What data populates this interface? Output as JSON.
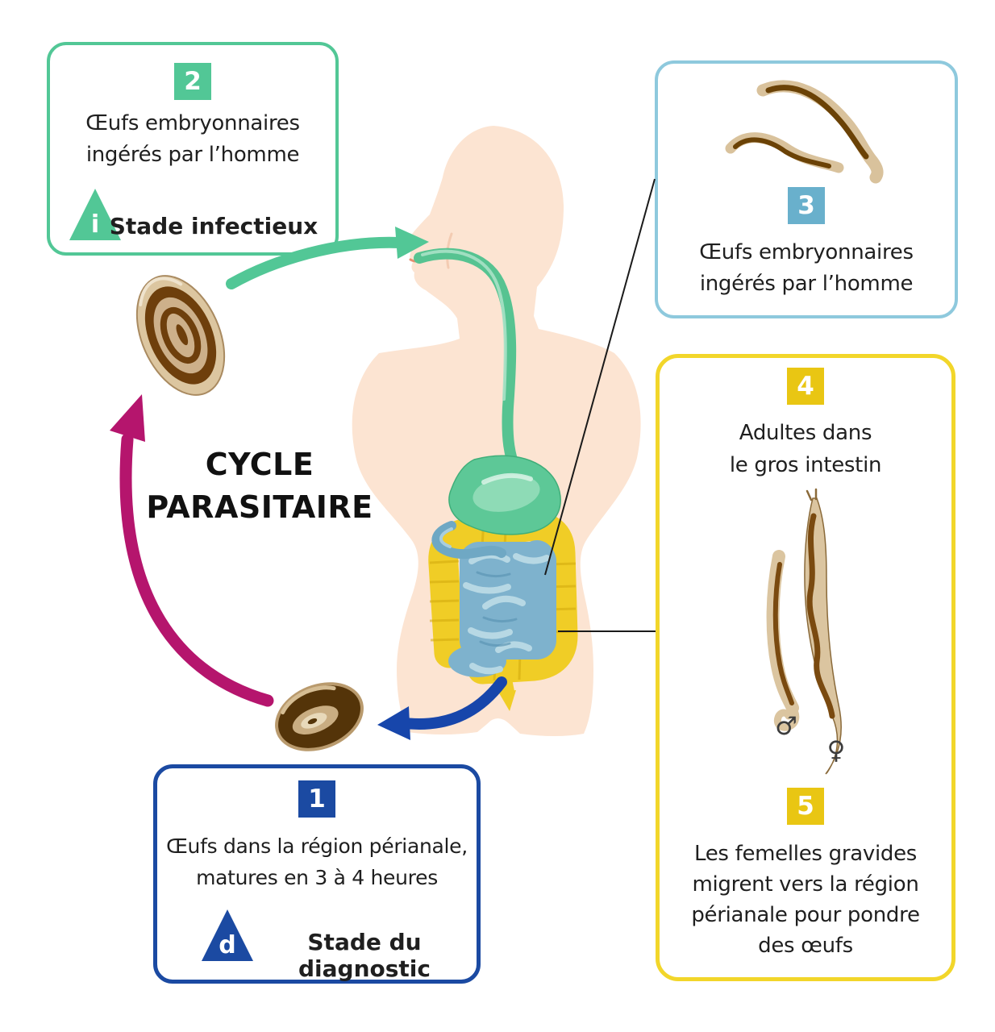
{
  "title": {
    "line1": "CYCLE",
    "line2": "PARASITAIRE"
  },
  "steps": {
    "step1": {
      "number": "1",
      "line1": "Œufs dans la région périanale,",
      "line2": "matures en 3 à 4 heures",
      "stage_letter": "d",
      "stage_label": "Stade du diagnostic"
    },
    "step2": {
      "number": "2",
      "line1": "Œufs embryonnaires",
      "line2": "ingérés par l’homme",
      "stage_letter": "i",
      "stage_label": "Stade infectieux"
    },
    "step3": {
      "number": "3",
      "line1": "Œufs embryonnaires",
      "line2": "ingérés par l’homme"
    },
    "step4": {
      "number": "4",
      "line1": "Adultes dans",
      "line2": "le gros intestin"
    },
    "step5": {
      "number": "5",
      "line1": "Les femelles gravides",
      "line2": "migrent vers la région",
      "line3": "périanale pour pondre",
      "line4": "des œufs"
    }
  },
  "symbols": {
    "male": "♂",
    "female": "♀"
  },
  "colors": {
    "teal_accent": "#52c796",
    "lightblue_border": "#8ec9dd",
    "blue_badge": "#69b0cc",
    "yellow_border": "#f2d62a",
    "yellow_badge": "#e9c613",
    "dark_blue": "#1b4aa2",
    "blue_arrow": "#1746ab",
    "magenta_arrow": "#b5156d",
    "skin": "#fce4d2",
    "gi_green": "#57c492",
    "intestine_blue": "#7eb2cd",
    "colon_yellow": "#f0cd26",
    "worm_tan": "#dbc5a0",
    "worm_brown": "#7a4a10",
    "text": "#1f1f1f"
  }
}
